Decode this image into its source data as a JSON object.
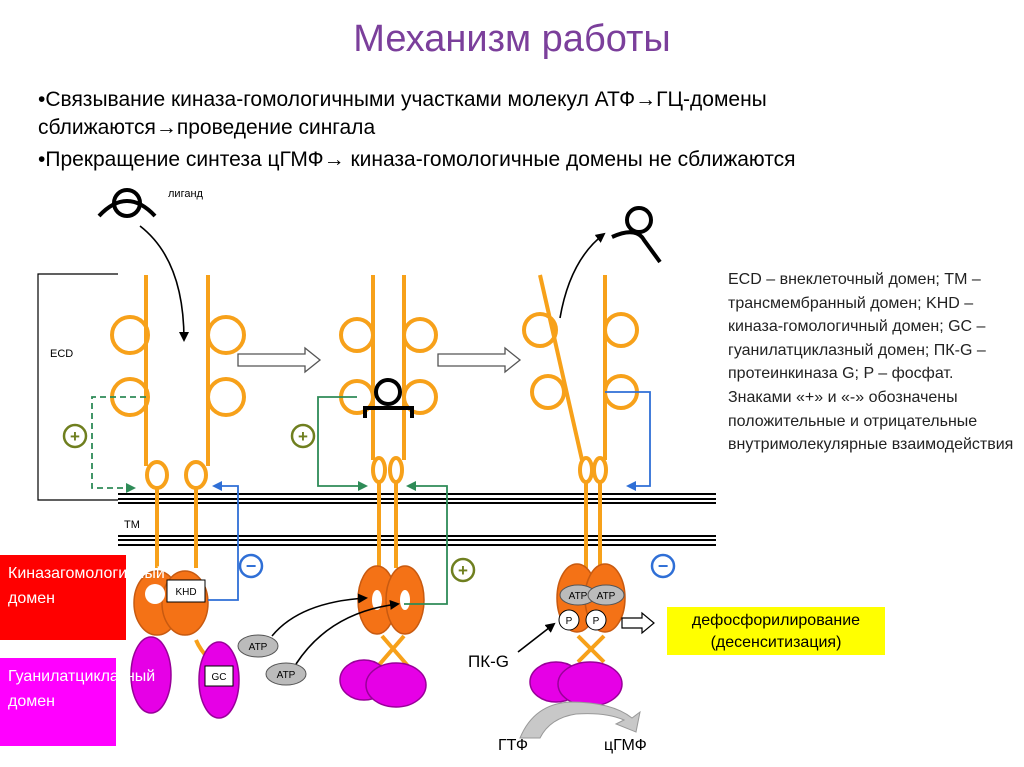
{
  "title": "Механизм работы",
  "bullets": {
    "b1_line1": "•Связывание киназа-гомологичными участками молекул АТФ→ГЦ-домены",
    "b1_line2": "сближаются→проведение сингала",
    "b2": "•Прекращение синтеза цГМФ→ киназа-гомологичные домены не сближаются"
  },
  "legend": {
    "text": "ECD – внеклеточный домен; TM – трансмембранный домен; KHD – киназа-гомологичный домен; GC – гуанилатциклазный домен; ПК-G – протеинкиназа G; P – фосфат. Знаками «+» и «-» обозначены положительные и отрицательные внутримолекулярные взаимодействия"
  },
  "labels": {
    "ligand": "лиганд",
    "ecd": "ECD",
    "tm": "TM",
    "khd": "KHD",
    "gc": "GC",
    "atp": "ATP",
    "p": "P",
    "pkg": "ПК-G",
    "gtp": "ГТФ",
    "cgmp": "цГМФ",
    "plus": "+",
    "minus": "−"
  },
  "boxes": {
    "kinase": "Киназагомологичный домен",
    "gc": "Гуанилатциклазный домен",
    "dephos": "дефосфорилирование (десенситизация)"
  },
  "colors": {
    "title": "#7b3f9b",
    "receptor": "#f7a11a",
    "khd": "#f47216",
    "gc": "#e600e6",
    "positive": "#2e8b57",
    "negative": "#2f6fd6",
    "plus_sign": "#6f7f1f",
    "kinase_box": "#ff0000",
    "gc_box": "#ff00ff",
    "dephos_box": "#ffff00"
  }
}
